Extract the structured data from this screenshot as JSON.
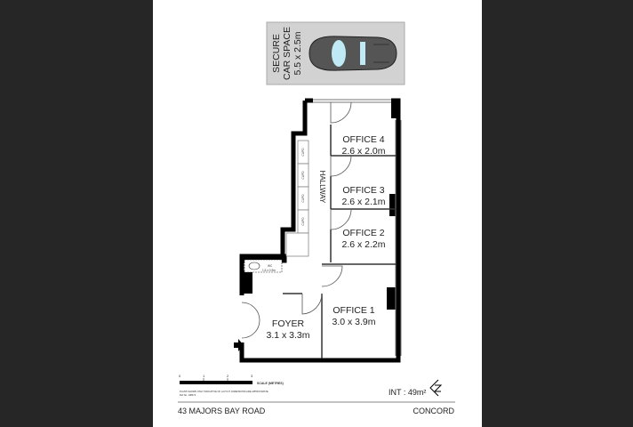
{
  "car_space": {
    "title_line1": "SECURE",
    "title_line2": "CAR SPACE",
    "size": "5.5 x 2.5m"
  },
  "rooms": [
    {
      "name": "OFFICE 4",
      "size": "2.6 x 2.0m"
    },
    {
      "name": "OFFICE 3",
      "size": "2.6 x 2.1m"
    },
    {
      "name": "OFFICE 2",
      "size": "2.6 x 2.2m"
    },
    {
      "name": "OFFICE 1",
      "size": "3.0 x 3.9m"
    },
    {
      "name": "FOYER",
      "size": "3.1 x 3.3m"
    }
  ],
  "hallway": "HALLWAY",
  "wc": {
    "name": "WC",
    "size": "1.6 x 0.9m"
  },
  "cupboards": [
    "CUPD",
    "CUPD",
    "CUPD",
    "CUPD"
  ],
  "scale": {
    "ticks": [
      "0",
      "1",
      "2",
      "3"
    ],
    "label": "SCALE (METRES)"
  },
  "disclaimer": {
    "line1": "PLANS SHOWN ONLY INDICATIVE OF LAYOUT. DIMENSIONS ARE APPROXIMATE.",
    "line2": "Ref No. 108473"
  },
  "area": "INT : 49m²",
  "footer": {
    "address": "43 MAJORS BAY ROAD",
    "suburb": "CONCORD"
  },
  "colors": {
    "wall": "#000000",
    "car_bg": "#d2d2d2",
    "car_body": "#555555",
    "glass": "#bfeaf5",
    "viewer_bg": "#262626"
  }
}
